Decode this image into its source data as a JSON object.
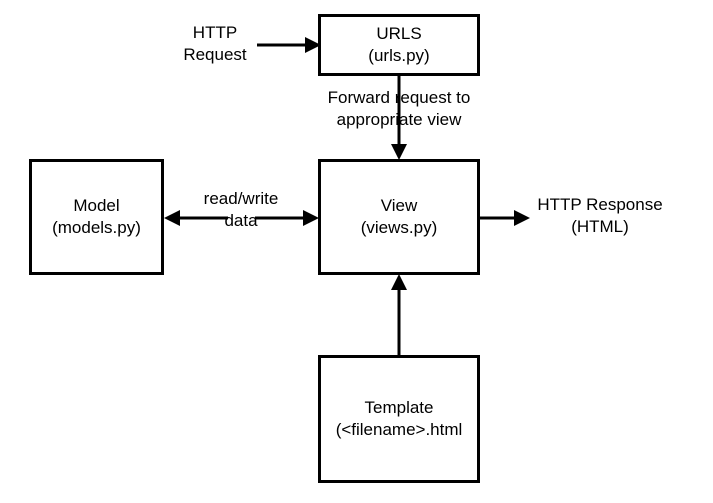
{
  "diagram": {
    "title": "Django MVT request/response flow",
    "background_color": "#ffffff",
    "stroke_color": "#000000",
    "nodes": [
      {
        "id": "urls",
        "line1": "URLS",
        "line2": "(urls.py)"
      },
      {
        "id": "view",
        "line1": "View",
        "line2": "(views.py)"
      },
      {
        "id": "model",
        "line1": "Model",
        "line2": "(models.py)"
      },
      {
        "id": "template",
        "line1": "Template",
        "line2": "(<filename>.html"
      }
    ],
    "labels": [
      {
        "id": "http_request",
        "line1": "HTTP",
        "line2": "Request"
      },
      {
        "id": "forward",
        "line1": "Forward request to",
        "line2": "appropriate view"
      },
      {
        "id": "read_write",
        "line1": "read/write",
        "line2": "data"
      },
      {
        "id": "http_response",
        "line1": "HTTP Response",
        "line2": "(HTML)"
      }
    ],
    "edges": [
      {
        "id": "request-to-urls",
        "from": "HTTP Request",
        "to": "URLS",
        "direction": "right"
      },
      {
        "id": "urls-to-view",
        "from": "URLS",
        "to": "View",
        "direction": "down"
      },
      {
        "id": "view-to-model",
        "from": "View",
        "to": "Model",
        "direction": "left"
      },
      {
        "id": "model-to-view",
        "from": "Model",
        "to": "View",
        "direction": "right"
      },
      {
        "id": "view-to-response",
        "from": "View",
        "to": "HTTP Response",
        "direction": "right"
      },
      {
        "id": "template-to-view",
        "from": "Template",
        "to": "View",
        "direction": "up"
      }
    ]
  }
}
